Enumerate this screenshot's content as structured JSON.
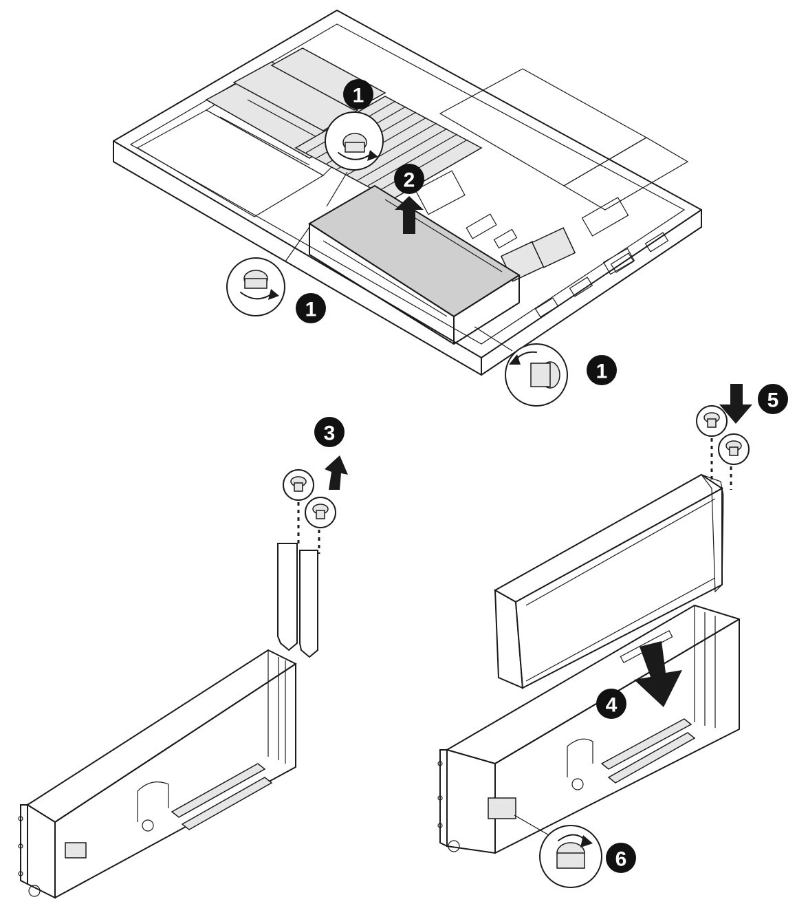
{
  "steps": [
    {
      "id": "step-1a",
      "label": "1"
    },
    {
      "id": "step-1b",
      "label": "1"
    },
    {
      "id": "step-1c",
      "label": "1"
    },
    {
      "id": "step-2",
      "label": "2"
    },
    {
      "id": "step-3",
      "label": "3"
    },
    {
      "id": "step-4",
      "label": "4"
    },
    {
      "id": "step-5",
      "label": "5"
    },
    {
      "id": "step-6",
      "label": "6"
    }
  ],
  "colors": {
    "line": "#1a1a1a",
    "callout": "#111111",
    "shade": "#cfcfcf",
    "background": "#ffffff"
  }
}
